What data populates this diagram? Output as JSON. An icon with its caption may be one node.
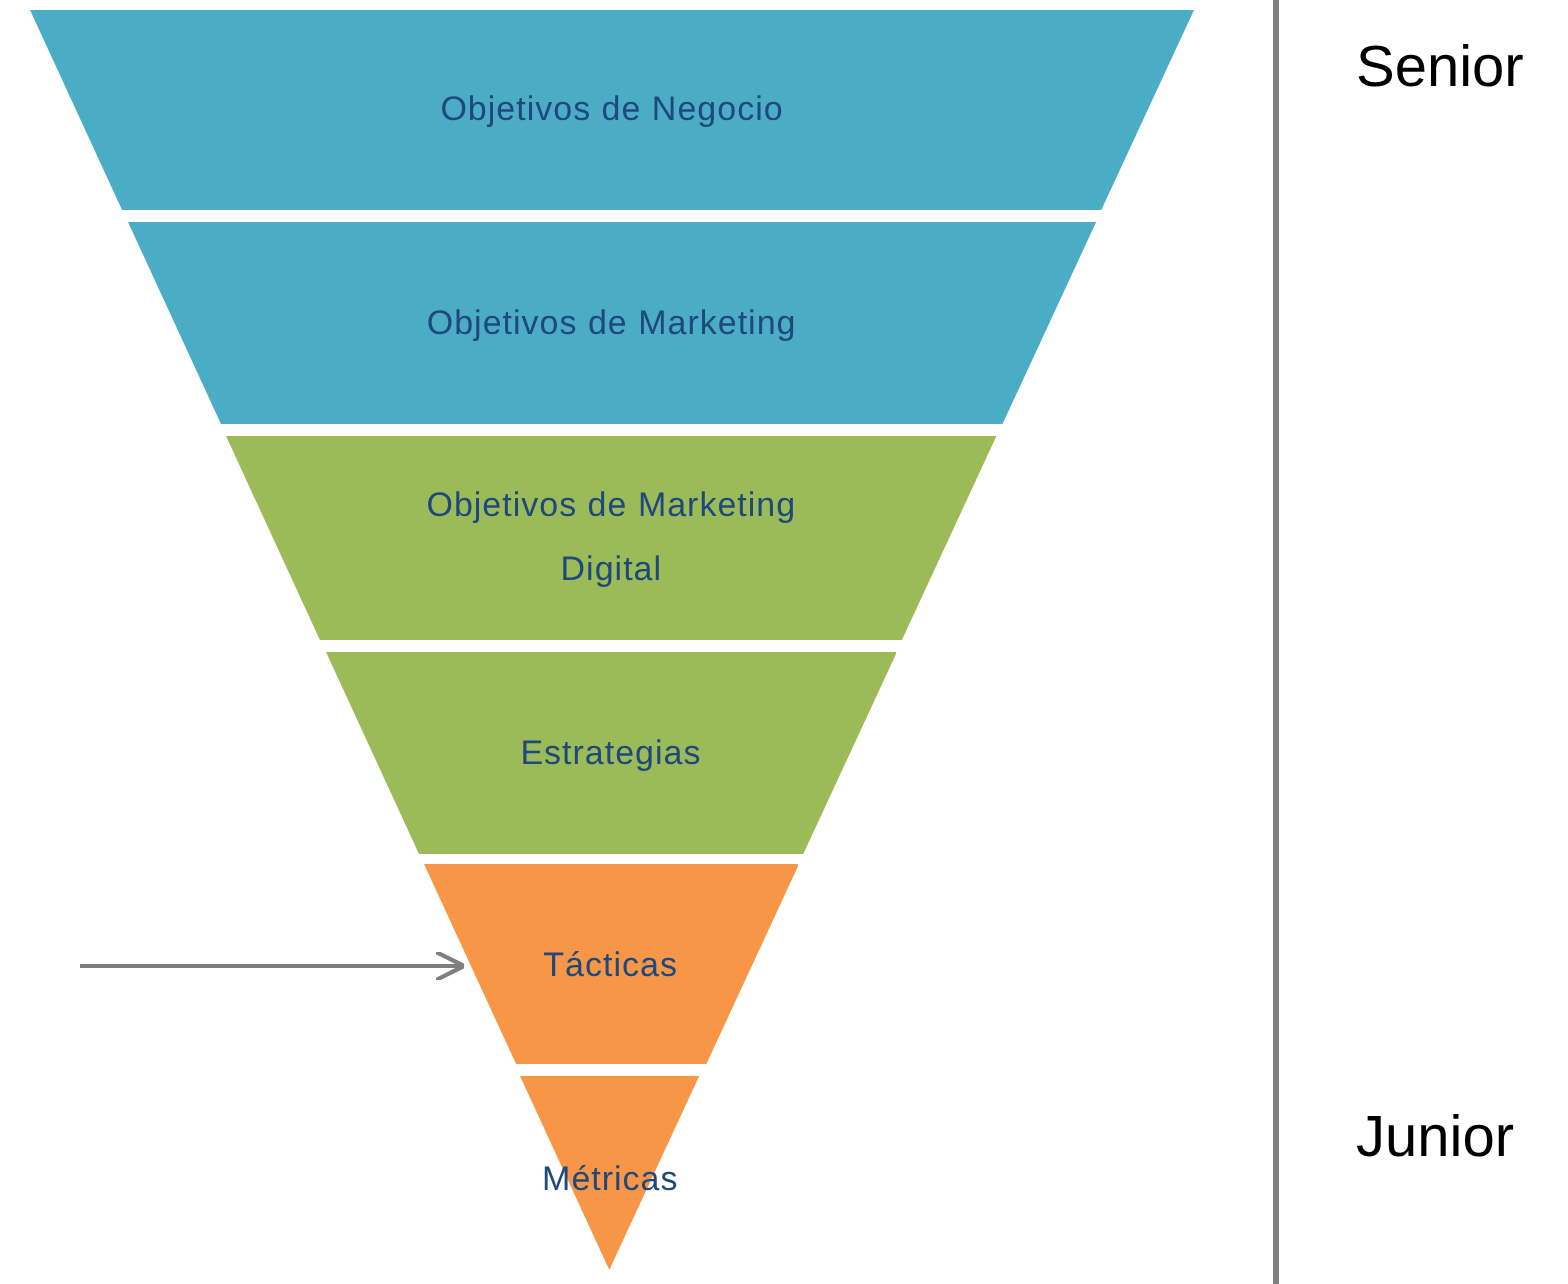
{
  "diagram": {
    "nodes": [
      {
        "text": [
          "Objetivos de Negocio"
        ]
      },
      {
        "text": [
          "Objetivos de Marketing"
        ]
      },
      {
        "text": [
          "Objetivos de Marketing Digital"
        ]
      },
      {
        "text": [
          "Estrategias"
        ]
      },
      {
        "text": [
          "Tácticas"
        ]
      },
      {
        "text": [
          "Métricas"
        ]
      }
    ],
    "edges": [
      {
        "from": null,
        "to": 4,
        "arrow": "to"
      }
    ],
    "labels": [
      "Senior",
      "Junior"
    ]
  }
}
